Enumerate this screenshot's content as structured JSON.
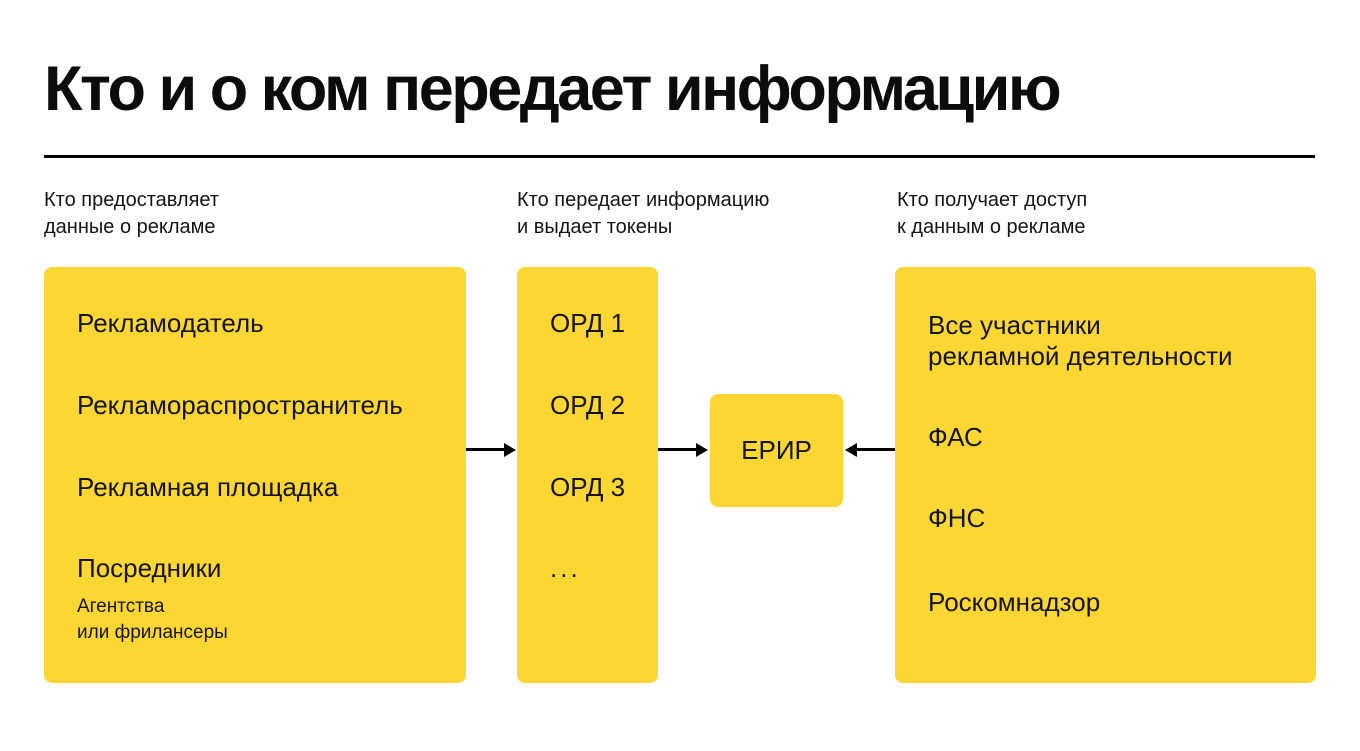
{
  "title": "Кто и о ком передает информацию",
  "colors": {
    "background": "#ffffff",
    "box_yellow": "#FCD733",
    "text": "#141414",
    "line": "#000000"
  },
  "column_headers": [
    {
      "line1": "Кто предоставляет",
      "line2": "данные о рекламе"
    },
    {
      "line1": "Кто передает информацию",
      "line2": "и выдает токены"
    },
    {
      "line1": "Кто получает доступ",
      "line2": "к данным о рекламе"
    }
  ],
  "providers_box": {
    "items": [
      "Рекламодатель",
      "Рекламораспространитель",
      "Рекламная площадка",
      "Посредники"
    ],
    "note_line1": "Агентства",
    "note_line2": "или фрилансеры"
  },
  "ord_box": {
    "items": [
      "ОРД 1",
      "ОРД 2",
      "ОРД 3",
      "..."
    ]
  },
  "erir_box": {
    "label": "ЕРИР"
  },
  "receivers_box": {
    "item1_line1": "Все участники",
    "item1_line2": "рекламной деятельности",
    "items": [
      "ФАС",
      "ФНС",
      "Роскомнадзор"
    ]
  },
  "arrows": [
    {
      "from": "providers-box",
      "to": "ord-box",
      "direction": "right"
    },
    {
      "from": "ord-box",
      "to": "erir-box",
      "direction": "right"
    },
    {
      "from": "receivers-box",
      "to": "erir-box",
      "direction": "left"
    }
  ]
}
